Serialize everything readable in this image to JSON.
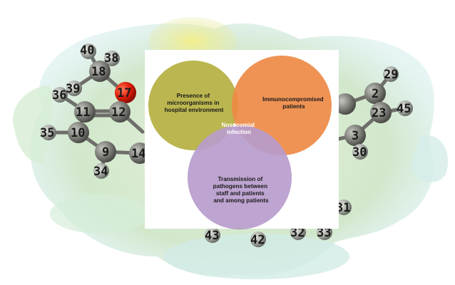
{
  "venn": {
    "circle_a": {
      "lines": [
        "Presence of",
        "microorganisms in",
        "hospital environment"
      ],
      "color": "#b5b040"
    },
    "circle_b": {
      "lines": [
        "Immunocompromised",
        "patients"
      ],
      "color": "#ee8a45"
    },
    "circle_c": {
      "lines": [
        "Transmission of",
        "pathogens between",
        "staff and patients",
        "and among patients"
      ],
      "color": "#b89ccc"
    },
    "center": {
      "lines": [
        "Nosocomial",
        "infection"
      ]
    }
  },
  "molecule": {
    "atoms": [
      {
        "label": "40"
      },
      {
        "label": "38"
      },
      {
        "label": "18"
      },
      {
        "label": "39"
      },
      {
        "label": "17"
      },
      {
        "label": "36"
      },
      {
        "label": "11"
      },
      {
        "label": "12"
      },
      {
        "label": "35"
      },
      {
        "label": "10"
      },
      {
        "label": "9"
      },
      {
        "label": "34"
      },
      {
        "label": "14"
      },
      {
        "label": "29"
      },
      {
        "label": "2"
      },
      {
        "label": "23"
      },
      {
        "label": "45"
      },
      {
        "label": "3"
      },
      {
        "label": "30"
      },
      {
        "label": "31"
      },
      {
        "label": "43"
      },
      {
        "label": "42"
      },
      {
        "label": "32"
      },
      {
        "label": "33"
      }
    ],
    "colors": {
      "surface_green": "#cfe6c6",
      "surface_cyan": "#cde9e8",
      "surface_yellow": "#ecec9a",
      "carbon": "#8a8a86",
      "hydrogen": "#b9bdb6",
      "oxygen": "#e02010"
    }
  }
}
